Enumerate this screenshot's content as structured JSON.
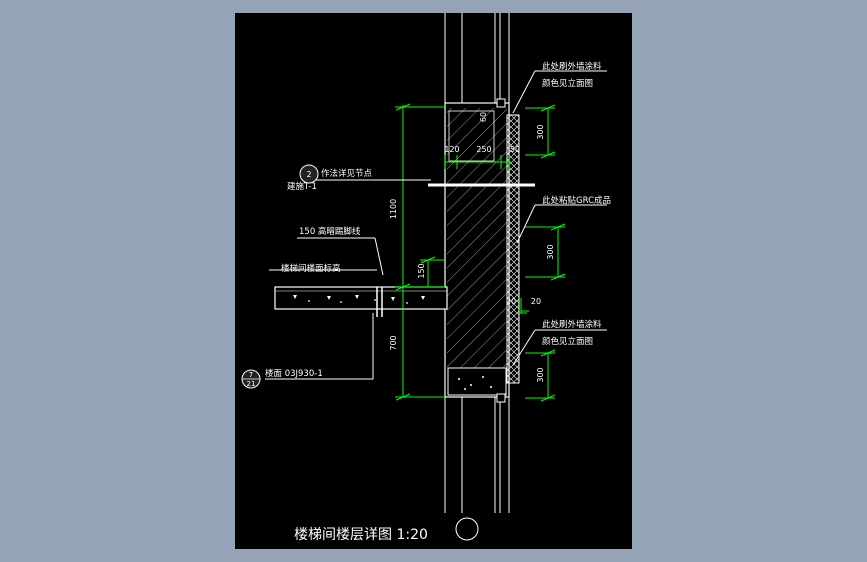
{
  "colors": {
    "viewport_bg": "#95a3b6",
    "sheet_bg": "#000000",
    "linework": "#ffffff",
    "dimensions": "#00ff00",
    "hatch": "#bbbbbb",
    "callout_fill": "#222222"
  },
  "drawing": {
    "title": "楼梯间楼层详图 1:20",
    "annotations": {
      "top_paint_line1": "此处刷外墙涂料",
      "top_paint_line2": "颜色见立面图",
      "grc_label": "此处粘贴GRC成品",
      "bottom_paint_line1": "此处刷外墙涂料",
      "bottom_paint_line2": "颜色见立面图",
      "node_note": "作法详见节点",
      "node_ref": "建施T-1",
      "callout_top_number": "2",
      "skirting": "150 高暗踢脚线",
      "floor_level": "楼梯间楼面标高",
      "floor_spec": "楼面 03J930-1",
      "callout_bottom_number": "7",
      "callout_bottom_ref": "21"
    },
    "dimensions": {
      "d1100": "1100",
      "d700": "700",
      "d150": "150",
      "d60": "60",
      "d120": "120",
      "d250": "250",
      "d50": "50",
      "d300_top": "300",
      "d300_mid": "300",
      "d300_bottom": "300",
      "d20_a": "20",
      "d20_b": "20"
    }
  }
}
